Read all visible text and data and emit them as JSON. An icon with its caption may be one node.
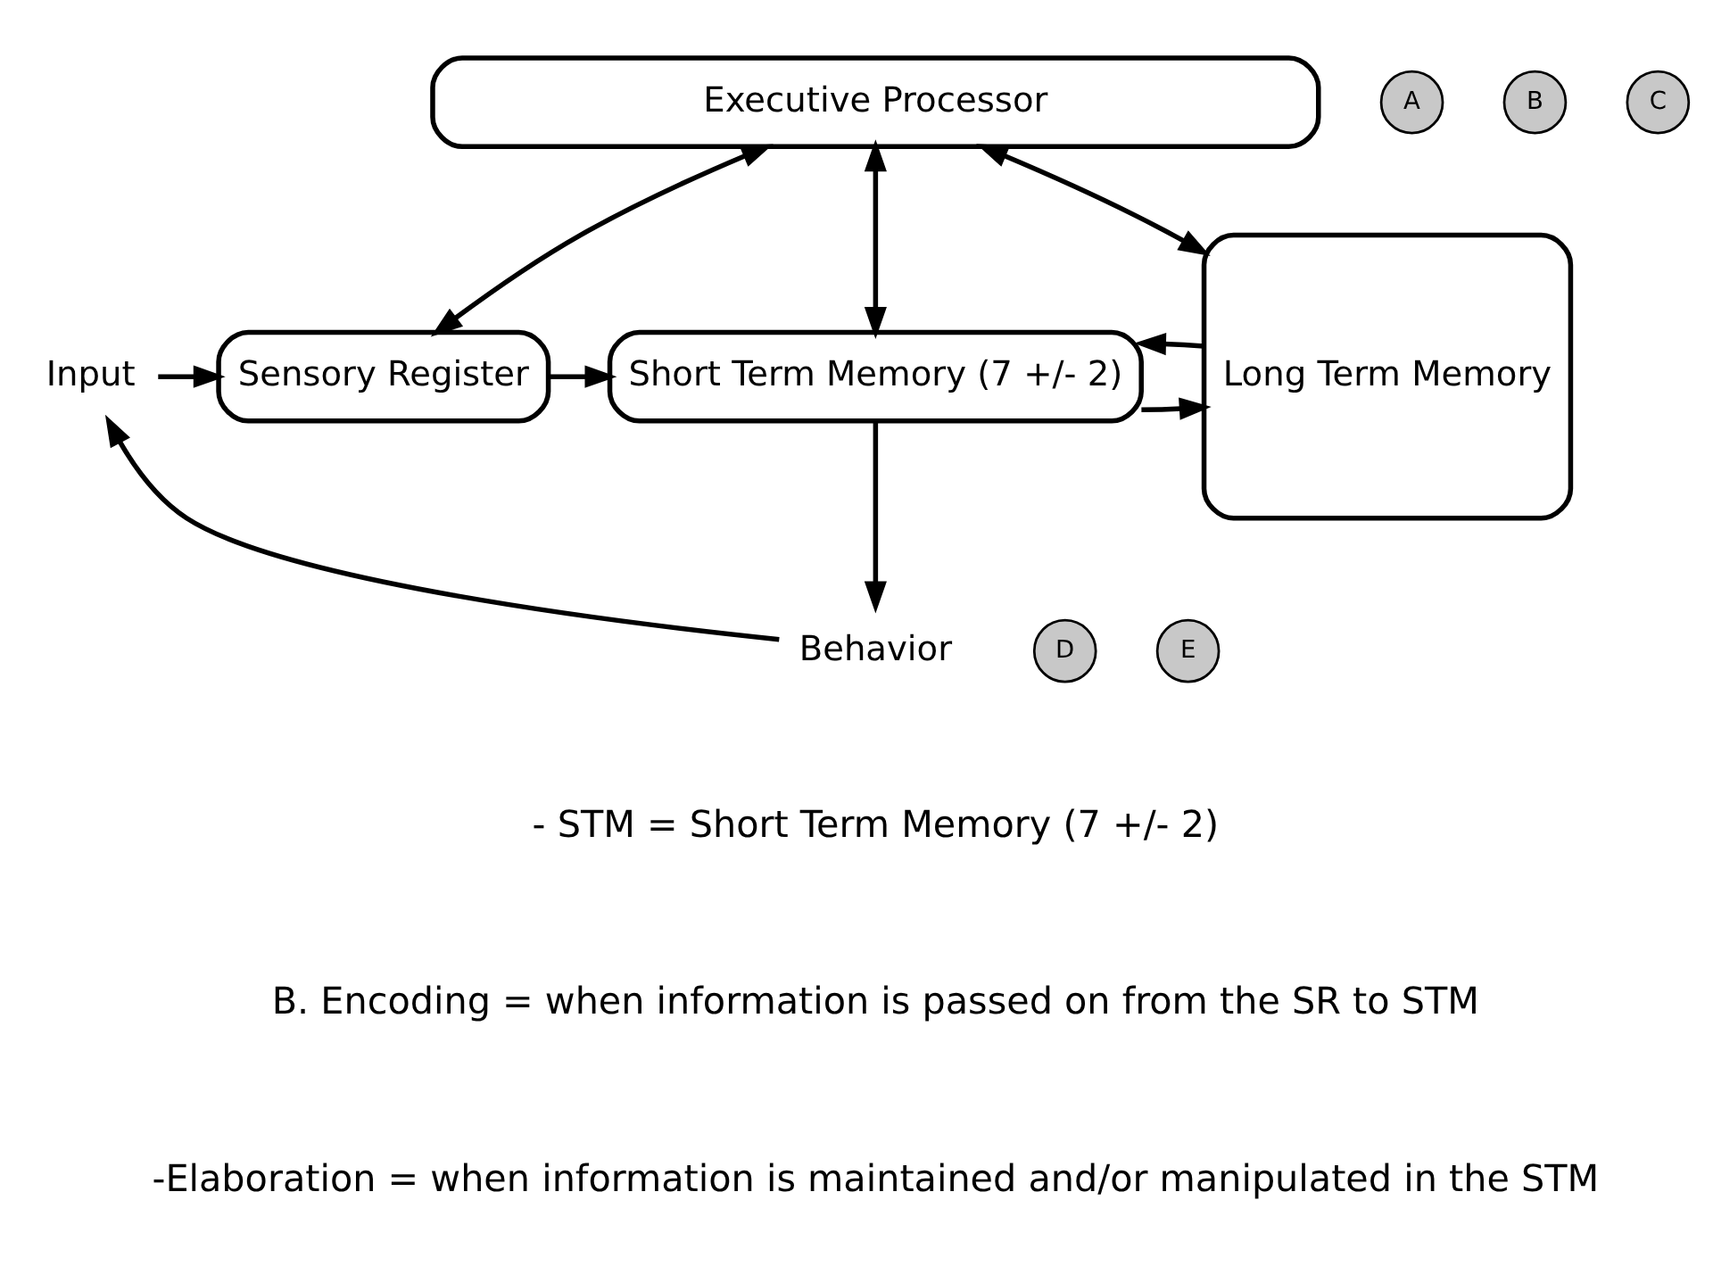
{
  "diagram": {
    "nodes": [
      {
        "text": [
          "Executive Processor"
        ]
      },
      {
        "text": [
          "A"
        ]
      },
      {
        "text": [
          "B"
        ]
      },
      {
        "text": [
          "C"
        ]
      },
      {
        "text": [
          "Input"
        ]
      },
      {
        "text": [
          "Sensory Register"
        ]
      },
      {
        "text": [
          "Short Term Memory (7 +/- 2)"
        ]
      },
      {
        "text": [
          "Long Term Memory"
        ]
      },
      {
        "text": [
          "D"
        ]
      },
      {
        "text": [
          "E"
        ]
      },
      {
        "text": [
          "Behavior"
        ]
      }
    ],
    "edges": [
      {
        "from": 4,
        "to": 5,
        "arrow": "to"
      },
      {
        "from": 5,
        "to": 6,
        "arrow": "to"
      },
      {
        "from": 6,
        "to": 7,
        "arrow": "to"
      },
      {
        "from": 7,
        "to": 6,
        "arrow": "to"
      },
      {
        "from": 6,
        "to": 10,
        "arrow": "to"
      },
      {
        "from": 10,
        "to": 4,
        "arrow": "to"
      },
      {
        "from": 0,
        "to": 5,
        "arrow": "both"
      },
      {
        "from": 0,
        "to": 6,
        "arrow": "both"
      },
      {
        "from": 0,
        "to": 7,
        "arrow": "both"
      }
    ],
    "labels": [
      "- STM = Short Term Memory (7 +/- 2)",
      "B. Encoding = when information is passed on from the SR to STM",
      "-Elaboration = when information is maintained and/or manipulated in the STM"
    ]
  }
}
